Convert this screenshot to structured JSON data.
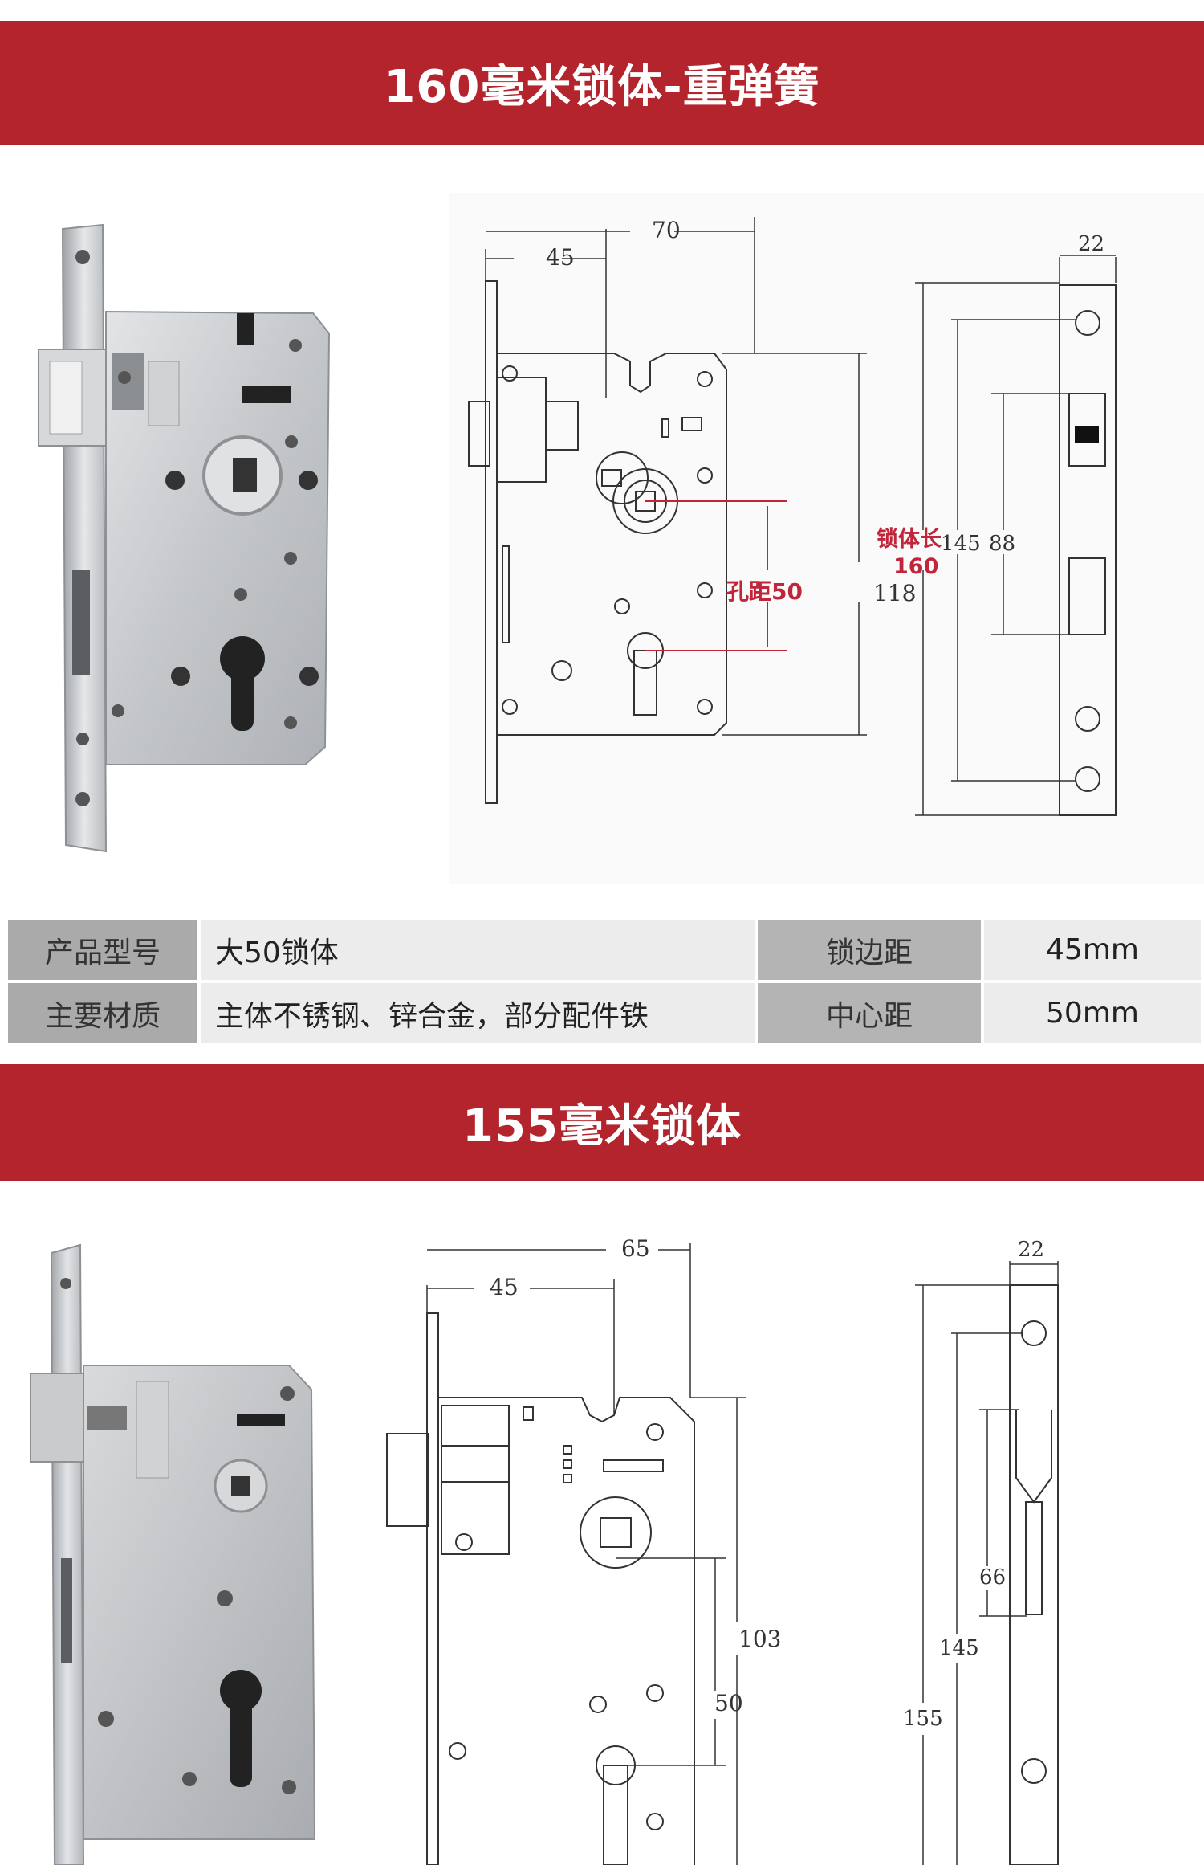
{
  "section1": {
    "title": "160毫米锁体-重弹簧",
    "dims": {
      "width_total": "70",
      "backset": "45",
      "hole_distance": "孔距50",
      "height_case": "118",
      "faceplate_width": "22",
      "lock_length_label_line1": "锁体长",
      "lock_length_label_line2": "160",
      "faceplate_145": "145",
      "faceplate_88": "88"
    }
  },
  "spec_table": {
    "rows": [
      {
        "label": "产品型号",
        "value": "大50锁体",
        "label2": "锁边距",
        "value2": "45mm"
      },
      {
        "label": "主要材质",
        "value": "主体不锈钢、锌合金，部分配件铁",
        "label2": "中心距",
        "value2": "50mm"
      }
    ]
  },
  "section2": {
    "title": "155毫米锁体",
    "dims": {
      "width_total": "65",
      "backset": "45",
      "height_case": "103",
      "center_distance": "50",
      "faceplate_width": "22",
      "faceplate_66": "66",
      "faceplate_145": "145",
      "faceplate_155": "155"
    }
  },
  "colors": {
    "banner": "#b3242c",
    "accent_red": "#c0253a",
    "table_head": "#aaaaaa",
    "table_cell": "#ececec"
  }
}
